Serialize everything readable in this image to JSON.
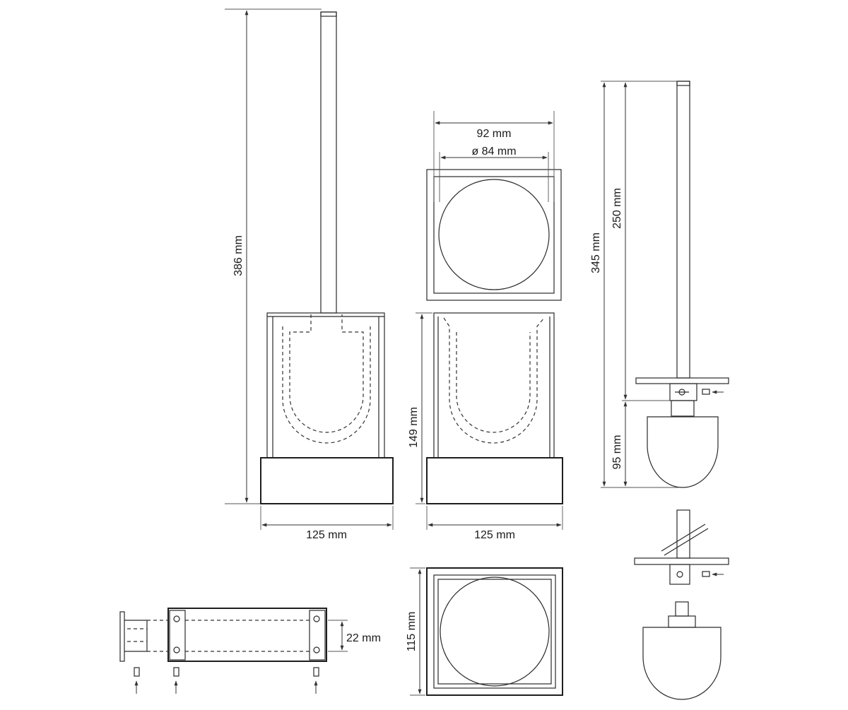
{
  "dimensions": {
    "overall_height": "386 mm",
    "holder_width_front": "125 mm",
    "holder_width_side": "125 mm",
    "cup_height": "149 mm",
    "cup_outer": "92 mm",
    "cup_diameter": "ø 84 mm",
    "brush_total": "345 mm",
    "handle_length": "250 mm",
    "brush_head": "95 mm",
    "base_depth": "115 mm",
    "mount_hole_spacing": "22 mm"
  },
  "colors": {
    "line": "#2a2a2a",
    "text": "#1a1a1a",
    "background": "#ffffff"
  }
}
